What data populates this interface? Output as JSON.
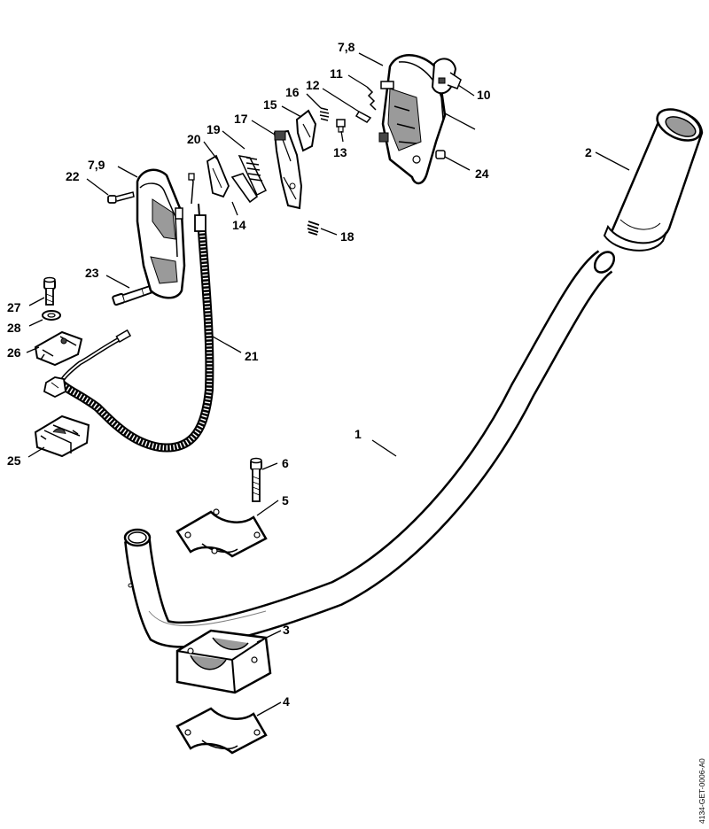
{
  "diagram": {
    "drawing_code": "4134-GET-0006-A0",
    "colors": {
      "line": "#000000",
      "part_fill": "#ffffff",
      "shade": "#9a9a9a",
      "dark": "#444444"
    },
    "callouts": {
      "c1": "1",
      "c2": "2",
      "c3": "3",
      "c4": "4",
      "c5": "5",
      "c6": "6",
      "c78": "7,8",
      "c79": "7,9",
      "c10": "10",
      "c11": "11",
      "c12": "12",
      "c13": "13",
      "c14": "14",
      "c15": "15",
      "c16": "16",
      "c17": "17",
      "c18": "18",
      "c19": "19",
      "c20": "20",
      "c21": "21",
      "c22": "22",
      "c23": "23",
      "c24": "24",
      "c25": "25",
      "c26": "26",
      "c27": "27",
      "c28": "28"
    }
  }
}
